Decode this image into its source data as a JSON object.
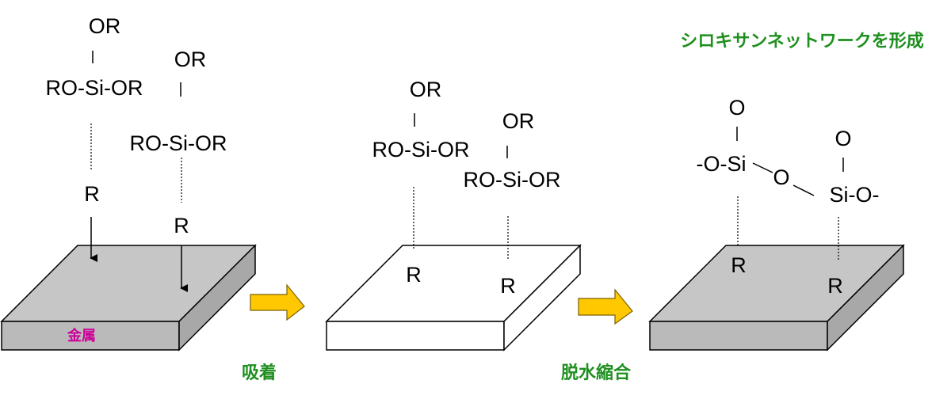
{
  "colors": {
    "plate_metal": "#c6c6c6",
    "plate_white": "#ffffff",
    "arrow_fill": "#ffc800",
    "label_green": "#1f8f1f",
    "label_magenta": "#cc0099"
  },
  "panel1": {
    "mol_a": {
      "top_or": "OR",
      "main": "RO-Si-OR",
      "r": "R"
    },
    "mol_b": {
      "top_or": "OR",
      "main": "RO-Si-OR",
      "r": "R"
    },
    "plate_label": "金属"
  },
  "step1_label": "吸着",
  "panel2": {
    "mol_a": {
      "top_or": "OR",
      "main": "RO-Si-OR",
      "r": "R"
    },
    "mol_b": {
      "top_or": "OR",
      "main": "RO-Si-OR",
      "r": "R"
    }
  },
  "step2_label": "脱水縮合",
  "panel3": {
    "title": "シロキサンネットワークを形成",
    "o_top_left": "O",
    "si_left": "-O-Si",
    "o_bridge": "O",
    "o_top_right": "O",
    "si_right": "Si-O-",
    "r_left": "R",
    "r_right": "R"
  }
}
